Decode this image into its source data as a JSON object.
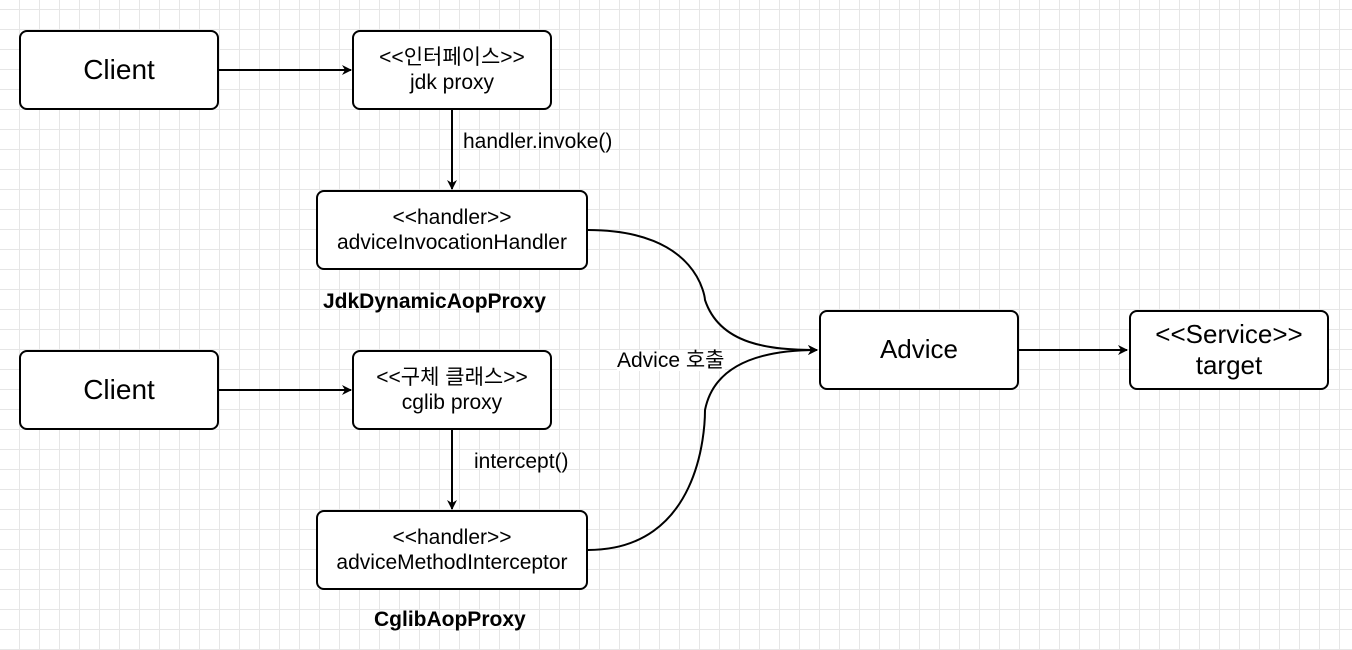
{
  "top_flow": {
    "client": "Client",
    "proxy": {
      "stereotype": "<<인터페이스>>",
      "name": "jdk proxy"
    },
    "call_label": "handler.invoke()",
    "handler": {
      "stereotype": "<<handler>>",
      "name": "adviceInvocationHandler"
    },
    "caption": "JdkDynamicAopProxy"
  },
  "bottom_flow": {
    "client": "Client",
    "proxy": {
      "stereotype": "<<구체 클래스>>",
      "name": "cglib proxy"
    },
    "call_label": "intercept()",
    "handler": {
      "stereotype": "<<handler>>",
      "name": "adviceMethodInterceptor"
    },
    "caption": "CglibAopProxy"
  },
  "advice_call_label": "Advice 호출",
  "advice": "Advice",
  "target": {
    "stereotype": "<<Service>>",
    "name": "target"
  }
}
